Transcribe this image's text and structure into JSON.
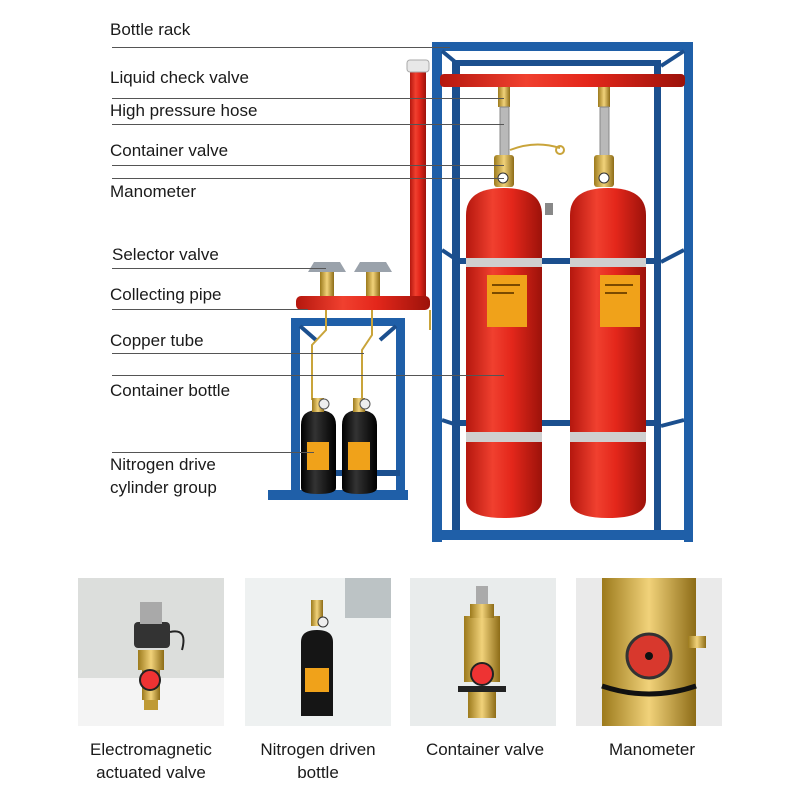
{
  "labels": {
    "bottle_rack": "Bottle rack",
    "liquid_check_valve": "Liquid check valve",
    "high_pressure_hose": "High pressure hose",
    "container_valve": "Container valve",
    "manometer": "Manometer",
    "selector_valve": "Selector valve",
    "collecting_pipe": "Collecting pipe",
    "copper_tube": "Copper tube",
    "container_bottle": "Container bottle",
    "nitrogen_line1": "Nitrogen drive",
    "nitrogen_line2": "cylinder group"
  },
  "thumbs": [
    {
      "line1": "Electromagnetic",
      "line2": "actuated valve"
    },
    {
      "line1": "Nitrogen driven",
      "line2": "bottle"
    },
    {
      "line1": "Container valve",
      "line2": ""
    },
    {
      "line1": "Manometer",
      "line2": ""
    }
  ],
  "colors": {
    "frame_blue": "#1f5fa8",
    "cylinder_red": "#e4271b",
    "nitrogen_black": "#111111",
    "brass": "#c9a43a",
    "label_orange": "#f0a21a"
  },
  "icons": [
    "bottle-rack-photo",
    "fire-suppression-system-photo",
    "solenoid-valve-photo",
    "nitrogen-bottle-photo",
    "container-valve-photo",
    "manometer-photo"
  ]
}
